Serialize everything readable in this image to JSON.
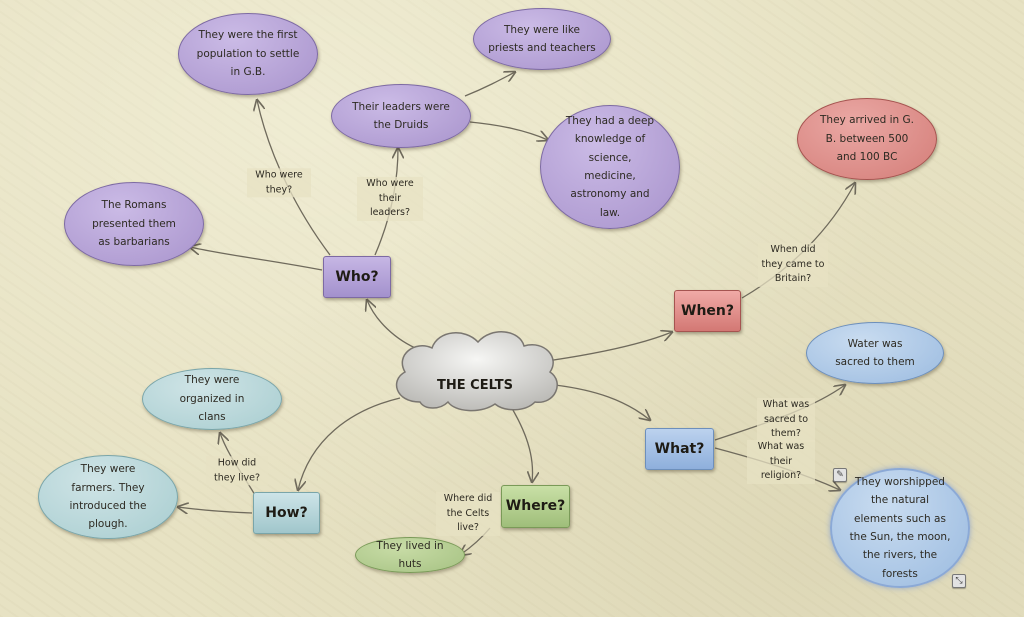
{
  "central": "THE CELTS",
  "branches": {
    "who": "Who?",
    "when": "When?",
    "what": "What?",
    "how": "How?",
    "where": "Where?"
  },
  "ideas": {
    "first_population": "They were the first population to settle in G.B.",
    "priests": "They were like priests and teachers",
    "druids": "Their leaders were the Druids",
    "knowledge": "They had a deep knowledge of science, medicine, astronomy and law.",
    "romans": "The Romans presented them as barbarians",
    "arrived": "They arrived in G. B. between 500 and 100 BC",
    "water": "Water was sacred to them",
    "worship": "They worshipped the natural elements such as the Sun, the moon, the rivers, the forests",
    "clans": "They were organized in clans",
    "farmers": "They were farmers. They introduced the plough.",
    "huts": "They lived in huts"
  },
  "labels": {
    "who_were_they": "Who were they?",
    "their_leaders": "Who were their leaders?",
    "when_came": "When did they came to Britain?",
    "what_sacred": "What was sacred to them?",
    "what_religion": "What was their religion?",
    "how_live": "How did they live?",
    "where_live": "Where did the Celts live?"
  },
  "colors": {
    "background": "#e7e2c3",
    "who": "#a893cc",
    "when": "#d47d78",
    "what": "#9bbbe0",
    "how": "#a8cdd0",
    "where": "#a6c283",
    "connector": "#6f6a5c"
  }
}
